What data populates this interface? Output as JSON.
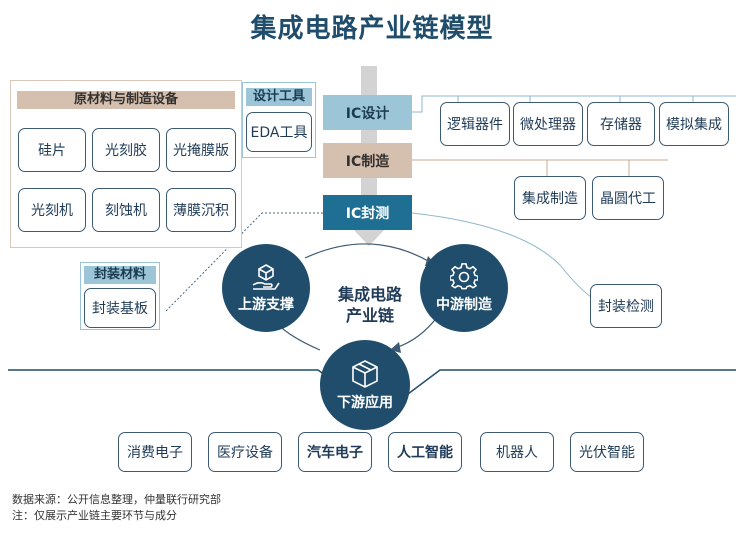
{
  "title": "集成电路产业链模型",
  "materials": {
    "header": "原材料与制造设备",
    "items": [
      "硅片",
      "光刻胶",
      "光掩膜版",
      "光刻机",
      "刻蚀机",
      "薄膜沉积"
    ]
  },
  "design_tools": {
    "header": "设计工具",
    "item": "EDA工具"
  },
  "packaging_materials": {
    "header": "封装材料",
    "item": "封装基板"
  },
  "stages": {
    "design": "IC设计",
    "manufacturing": "IC制造",
    "packaging": "IC封测"
  },
  "design_products": [
    "逻辑器件",
    "微处理器",
    "存储器",
    "模拟集成"
  ],
  "manufacturing_products": [
    "集成制造",
    "晶圆代工"
  ],
  "packaging_products": [
    "封装检测"
  ],
  "cycle": {
    "center": [
      "集成电路",
      "产业链"
    ],
    "upstream": "上游支撑",
    "midstream": "中游制造",
    "downstream": "下游应用"
  },
  "applications": [
    {
      "label": "消费电子",
      "bold": false
    },
    {
      "label": "医疗设备",
      "bold": false
    },
    {
      "label": "汽车电子",
      "bold": true
    },
    {
      "label": "人工智能",
      "bold": true
    },
    {
      "label": "机器人",
      "bold": false
    },
    {
      "label": "光伏智能",
      "bold": false
    }
  ],
  "footnotes": {
    "source": "数据来源：公开信息整理，仲量联行研究部",
    "note": "注：仅展示产业链主要环节与成分"
  },
  "colors": {
    "navy": "#1f4d6b",
    "light_blue": "#9cc6d8",
    "tan": "#d5bfae",
    "teal": "#1f6f95"
  }
}
